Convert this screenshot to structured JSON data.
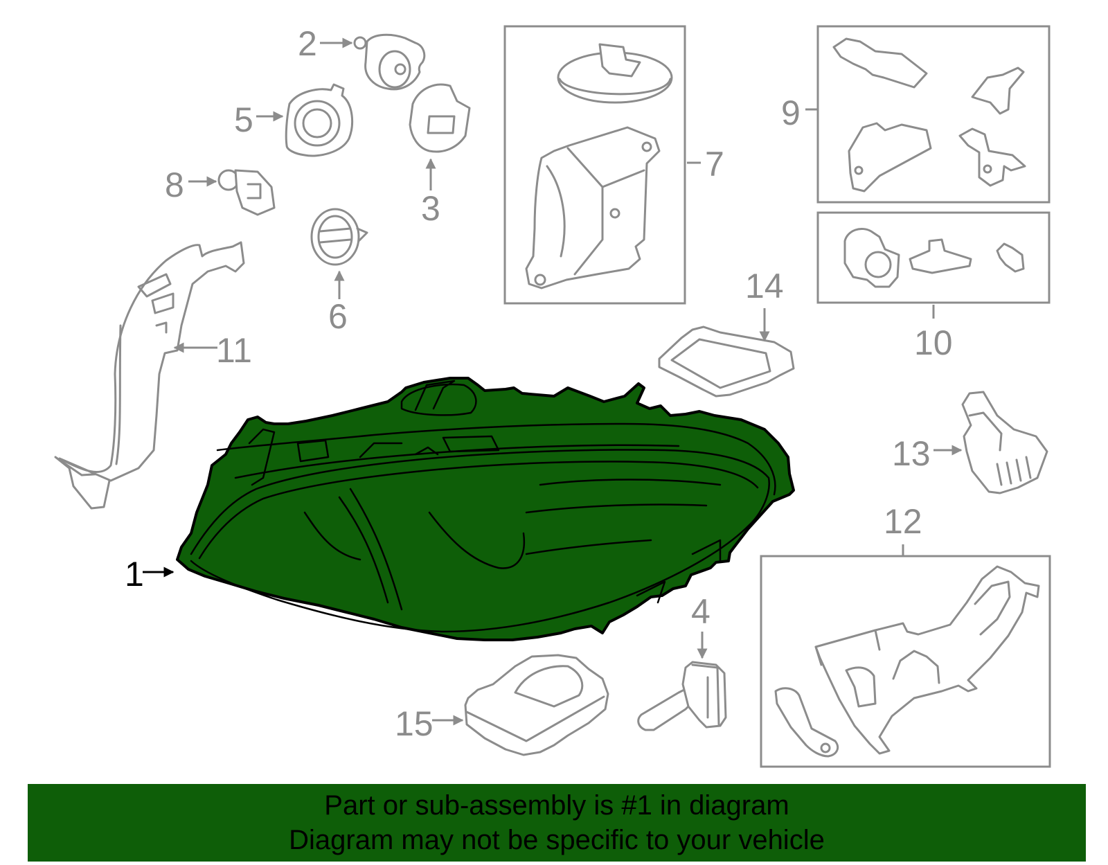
{
  "colors": {
    "highlight": "#0e5e08",
    "part_outline": "#8c8c8c",
    "highlight_outline": "#000000",
    "banner_text": "#000000"
  },
  "callouts": {
    "c1": "1",
    "c2": "2",
    "c3": "3",
    "c4": "4",
    "c5": "5",
    "c6": "6",
    "c7": "7",
    "c8": "8",
    "c9": "9",
    "c10": "10",
    "c11": "11",
    "c12": "12",
    "c13": "13",
    "c14": "14",
    "c15": "15"
  },
  "highlighted_part": "1",
  "banner": {
    "line1": "Part or sub-assembly is #1 in diagram",
    "line2": "Diagram may not be specific to your vehicle"
  }
}
